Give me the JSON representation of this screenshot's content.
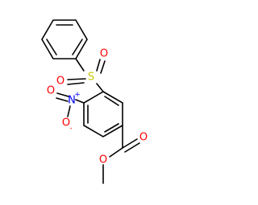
{
  "molecule": {
    "atoms": {
      "sulfur": "S",
      "sulfonyl_oxygen_left": "O",
      "sulfonyl_oxygen_right": "O",
      "nitro_nitrogen": "N",
      "nitro_nitrogen_charge": "+",
      "nitro_oxygen_top": "O",
      "nitro_oxygen_bottom": "O",
      "nitro_oxygen_charge": "-",
      "carbonyl_oxygen": "O",
      "ester_oxygen": "O"
    },
    "colors": {
      "bond": "#000000",
      "sulfur": "#c8c800",
      "oxygen": "#ff0000",
      "nitrogen": "#0000ff"
    }
  }
}
